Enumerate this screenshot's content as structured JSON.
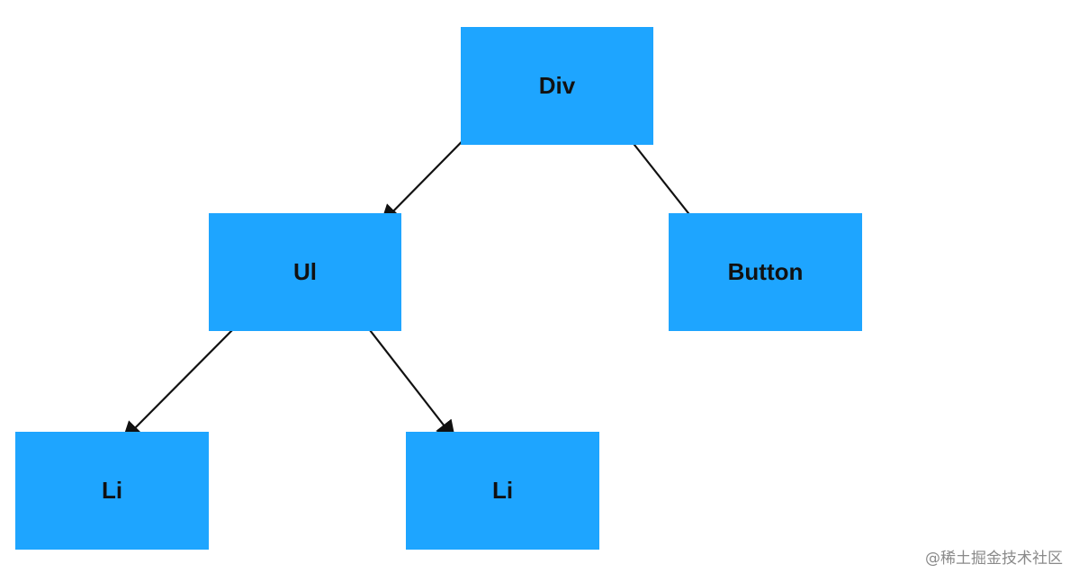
{
  "diagram": {
    "node_color": "#1ea5ff",
    "edge_color": "#111111",
    "nodes": [
      {
        "id": "div",
        "label": "Div"
      },
      {
        "id": "ul",
        "label": "Ul"
      },
      {
        "id": "button",
        "label": "Button"
      },
      {
        "id": "li1",
        "label": "Li"
      },
      {
        "id": "li2",
        "label": "Li"
      }
    ],
    "edges": [
      {
        "from": "div",
        "to": "ul"
      },
      {
        "from": "div",
        "to": "button"
      },
      {
        "from": "ul",
        "to": "li1"
      },
      {
        "from": "ul",
        "to": "li2"
      }
    ]
  },
  "watermark": "@稀土掘金技术社区"
}
